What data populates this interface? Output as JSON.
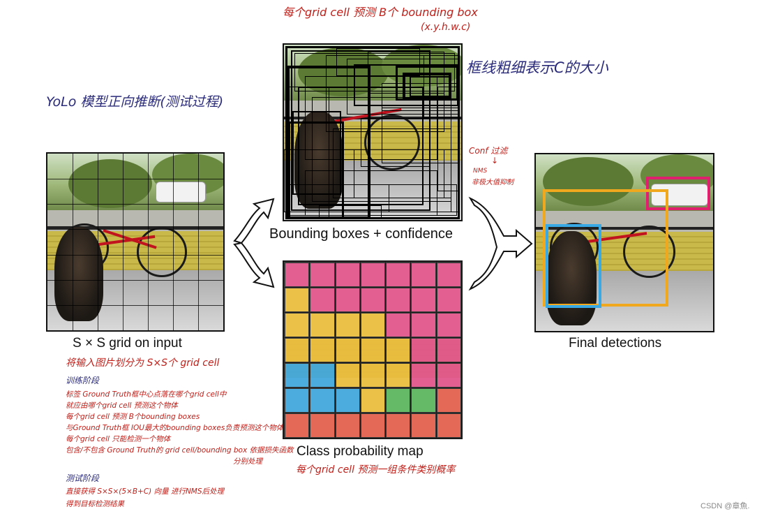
{
  "top_note": {
    "line1": "每个grid cell 预测 B个 bounding box",
    "line2": "(x.y.h.w.c)"
  },
  "right_top_note": "框线粗细表示C的大小",
  "left_title": "YoLo 模型正向推断(测试过程)",
  "conf_note": {
    "line1": "Conf 过滤",
    "arrow": "↓",
    "line2": "NMS",
    "line3": "非极大值抑制"
  },
  "captions": {
    "grid": "S × S grid on input",
    "bbox": "Bounding boxes + confidence",
    "final": "Final detections",
    "classmap": "Class probability map"
  },
  "grid_note": "将输入图片划分为 S×S个 grid cell",
  "training": {
    "heading": "训练阶段",
    "lines": [
      "标签 Ground Truth框中心点落在哪个grid cell中",
      "就应由哪个grid cell 预测这个物体",
      "每个grid cell 预测 B个bounding boxes",
      "与Ground Truth框 IOU最大的bounding boxes负责预测这个物体",
      "每个grid cell 只能检测一个物体",
      "包含/不包含 Ground Truth的 grid cell/bounding box 依据损失函数",
      "分别处理"
    ]
  },
  "testing": {
    "heading": "测试阶段",
    "lines": [
      "直接获得 S×S×(5×B+C) 向量 进行NMS后处理",
      "得到目标检测结果"
    ]
  },
  "classmap_note": "每个grid cell 预测一组条件类别概率",
  "watermark": "CSDN @章魚.",
  "colors": {
    "pink": "#e0457f",
    "yellow": "#e8b72a",
    "blue": "#2f9fd8",
    "green": "#4caf50",
    "red": "#e0513b",
    "det_pink": "#e0206e",
    "det_orange": "#f0a81f",
    "det_blue": "#39a9e6",
    "note_red": "#c0201a",
    "note_blue": "#2a2a7a"
  },
  "class_grid": {
    "rows": 7,
    "cols": 7,
    "cells": [
      [
        "pink",
        "pink",
        "pink",
        "pink",
        "pink",
        "pink",
        "pink"
      ],
      [
        "yellow",
        "pink",
        "pink",
        "pink",
        "pink",
        "pink",
        "pink"
      ],
      [
        "yellow",
        "yellow",
        "yellow",
        "yellow",
        "pink",
        "pink",
        "pink"
      ],
      [
        "yellow",
        "yellow",
        "yellow",
        "yellow",
        "yellow",
        "pink",
        "pink"
      ],
      [
        "blue",
        "blue",
        "yellow",
        "yellow",
        "yellow",
        "pink",
        "pink"
      ],
      [
        "blue",
        "blue",
        "blue",
        "yellow",
        "green",
        "green",
        "red"
      ],
      [
        "red",
        "red",
        "red",
        "red",
        "red",
        "red",
        "red"
      ]
    ]
  }
}
